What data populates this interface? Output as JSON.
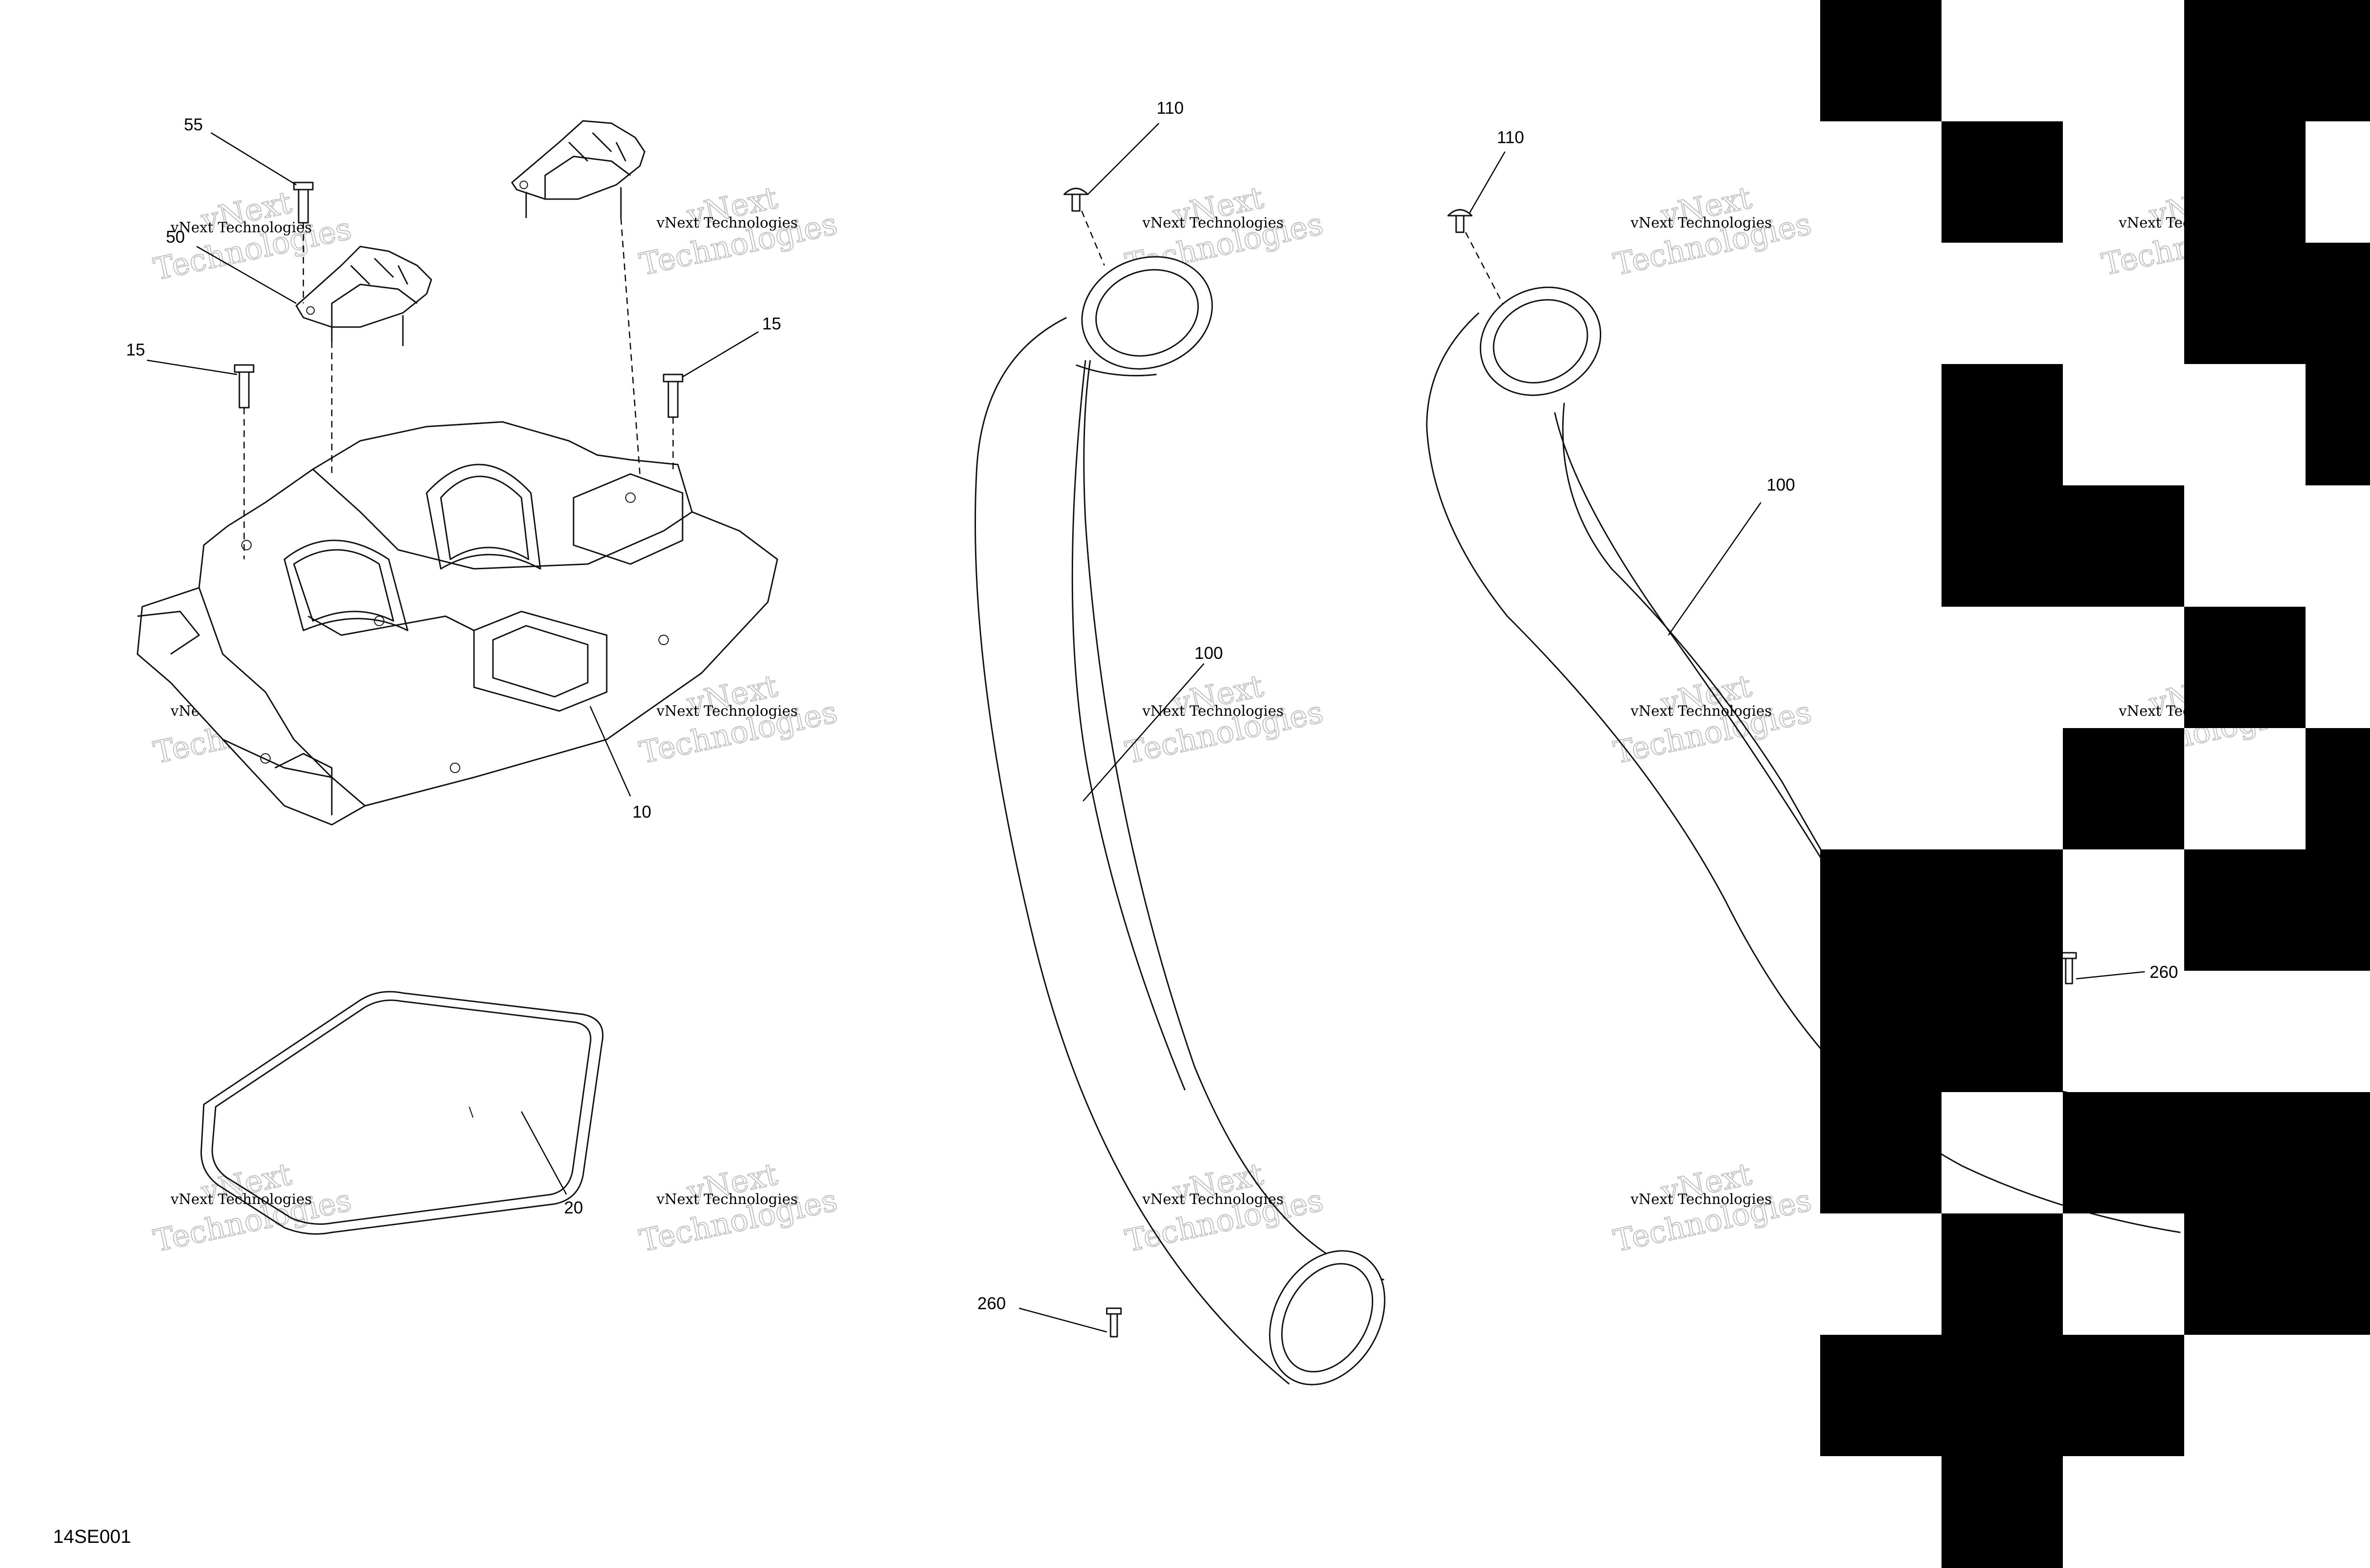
{
  "diagram_code": "14SE001",
  "watermark": {
    "line1": "vNext Technologies",
    "line2": "vNext Technologies"
  },
  "callouts": {
    "c55": "55",
    "c50": "50",
    "c15a": "15",
    "c15b": "15",
    "c10": "10",
    "c20": "20",
    "c110a": "110",
    "c110b": "110",
    "c100a": "100",
    "c100b": "100",
    "c260a": "260",
    "c260b": "260"
  }
}
